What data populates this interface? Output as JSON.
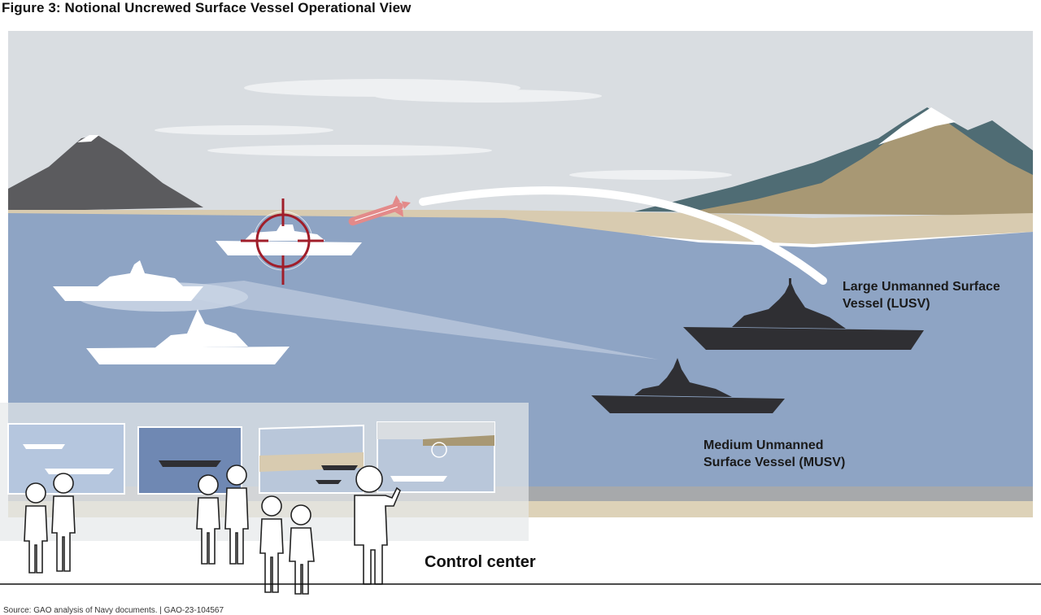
{
  "figure": {
    "title": "Figure 3: Notional Uncrewed Surface Vessel Operational View"
  },
  "labels": {
    "lusv_line1": "Large Unmanned Surface",
    "lusv_line2": "Vessel (LUSV)",
    "musv_line1": "Medium Unmanned",
    "musv_line2": "Surface Vessel (MUSV)",
    "control_center": "Control center"
  },
  "source": {
    "text": "Source: GAO analysis of Navy documents. | GAO-23-104567"
  },
  "colors": {
    "sky": "#d9dde1",
    "sea": "#8ea4c4",
    "sand": "#d8cbb0",
    "dark_vessel": "#2f2f33",
    "white_vessel": "#ffffff",
    "crosshair": "#a01e2a",
    "missile": "#e38a8a",
    "mountain_dark": "#5b5b5e",
    "mountain_teal": "#4f6c74",
    "mountain_tan": "#a89874"
  },
  "icons": {
    "target": "crosshair-icon",
    "missile": "missile-icon",
    "person": "person-icon"
  }
}
